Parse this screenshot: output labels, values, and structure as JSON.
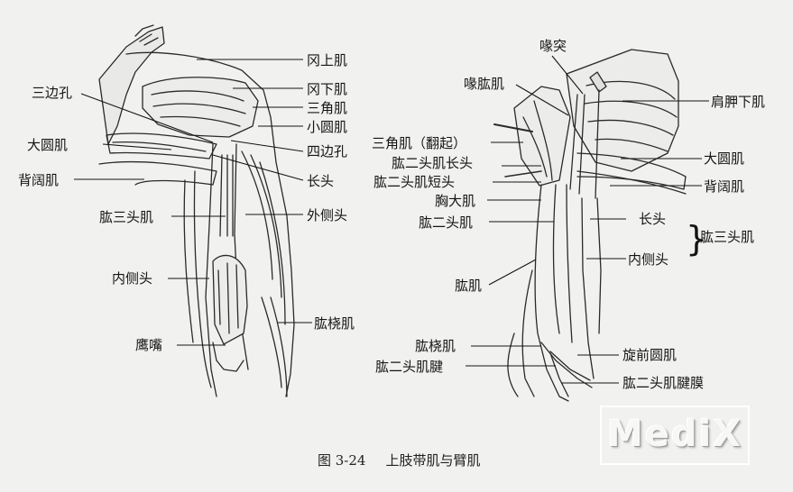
{
  "figure": {
    "caption_number": "图 3-24",
    "caption_title": "上肢带肌与臂肌",
    "watermark": "MediX"
  },
  "left_view": {
    "labels": {
      "supraspinatus": "冈上肌",
      "infraspinatus": "冈下肌",
      "deltoid": "三角肌",
      "teres_minor": "小圆肌",
      "quadrangular_space": "四边孔",
      "long_head": "长头",
      "lateral_head": "外侧头",
      "triangular_space": "三边孔",
      "teres_major": "大圆肌",
      "latissimus_dorsi": "背阔肌",
      "triceps": "肱三头肌",
      "medial_head": "内侧头",
      "brachioradialis": "肱桡肌",
      "olecranon": "鹰嘴"
    }
  },
  "right_view": {
    "labels": {
      "coracoid": "喙突",
      "coracobrachialis": "喙肱肌",
      "subscapularis": "肩胛下肌",
      "deltoid_reflected": "三角肌（翻起）",
      "biceps_long_head": "肱二头肌长头",
      "biceps_short_head": "肱二头肌短头",
      "pectoralis_major": "胸大肌",
      "biceps": "肱二头肌",
      "brachialis": "肱肌",
      "brachioradialis": "肱桡肌",
      "biceps_tendon": "肱二头肌腱",
      "teres_major": "大圆肌",
      "latissimus_dorsi": "背阔肌",
      "long_head": "长头",
      "medial_head": "内侧头",
      "triceps": "肱三头肌",
      "pronator_teres": "旋前圆肌",
      "bicipital_aponeurosis": "肱二头肌腱膜"
    }
  }
}
